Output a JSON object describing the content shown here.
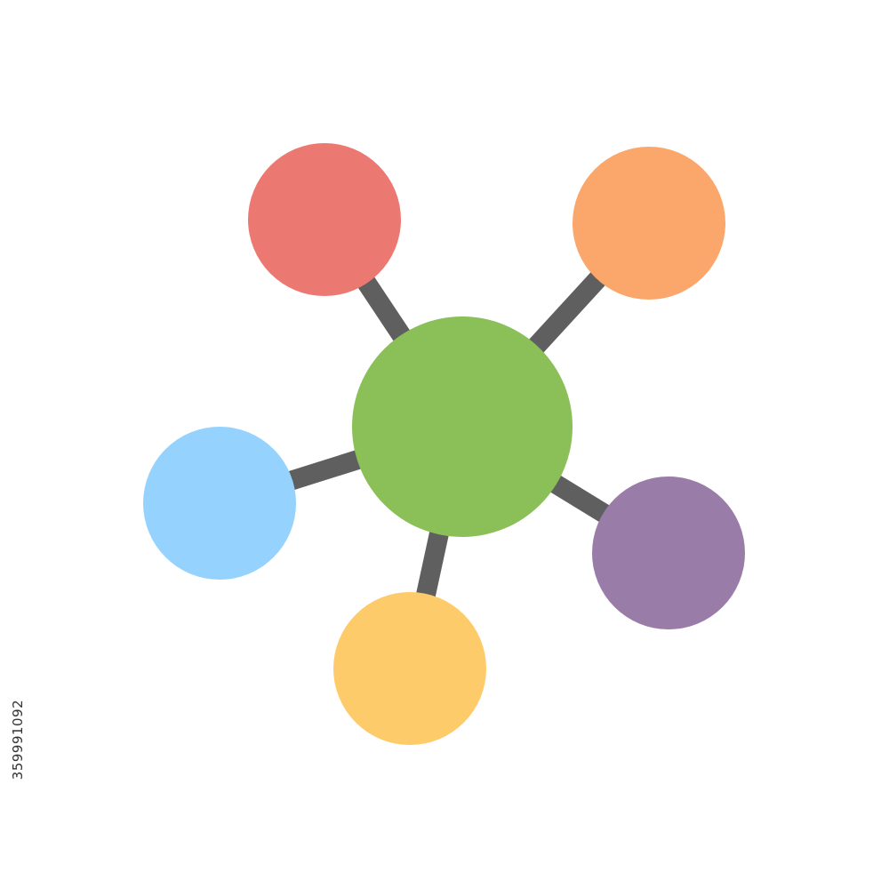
{
  "diagram": {
    "type": "hub-and-spoke",
    "hub": {
      "color": "#8bbf58"
    },
    "connector_color": "#5f5f5f",
    "nodes": [
      {
        "id": "top-left",
        "color": "#ec7872"
      },
      {
        "id": "top-right",
        "color": "#fba66b"
      },
      {
        "id": "left",
        "color": "#95d3fe"
      },
      {
        "id": "right",
        "color": "#9a7ca9"
      },
      {
        "id": "bottom",
        "color": "#fecb6b"
      }
    ]
  },
  "image_id": "359991092",
  "background": "#ffffff"
}
